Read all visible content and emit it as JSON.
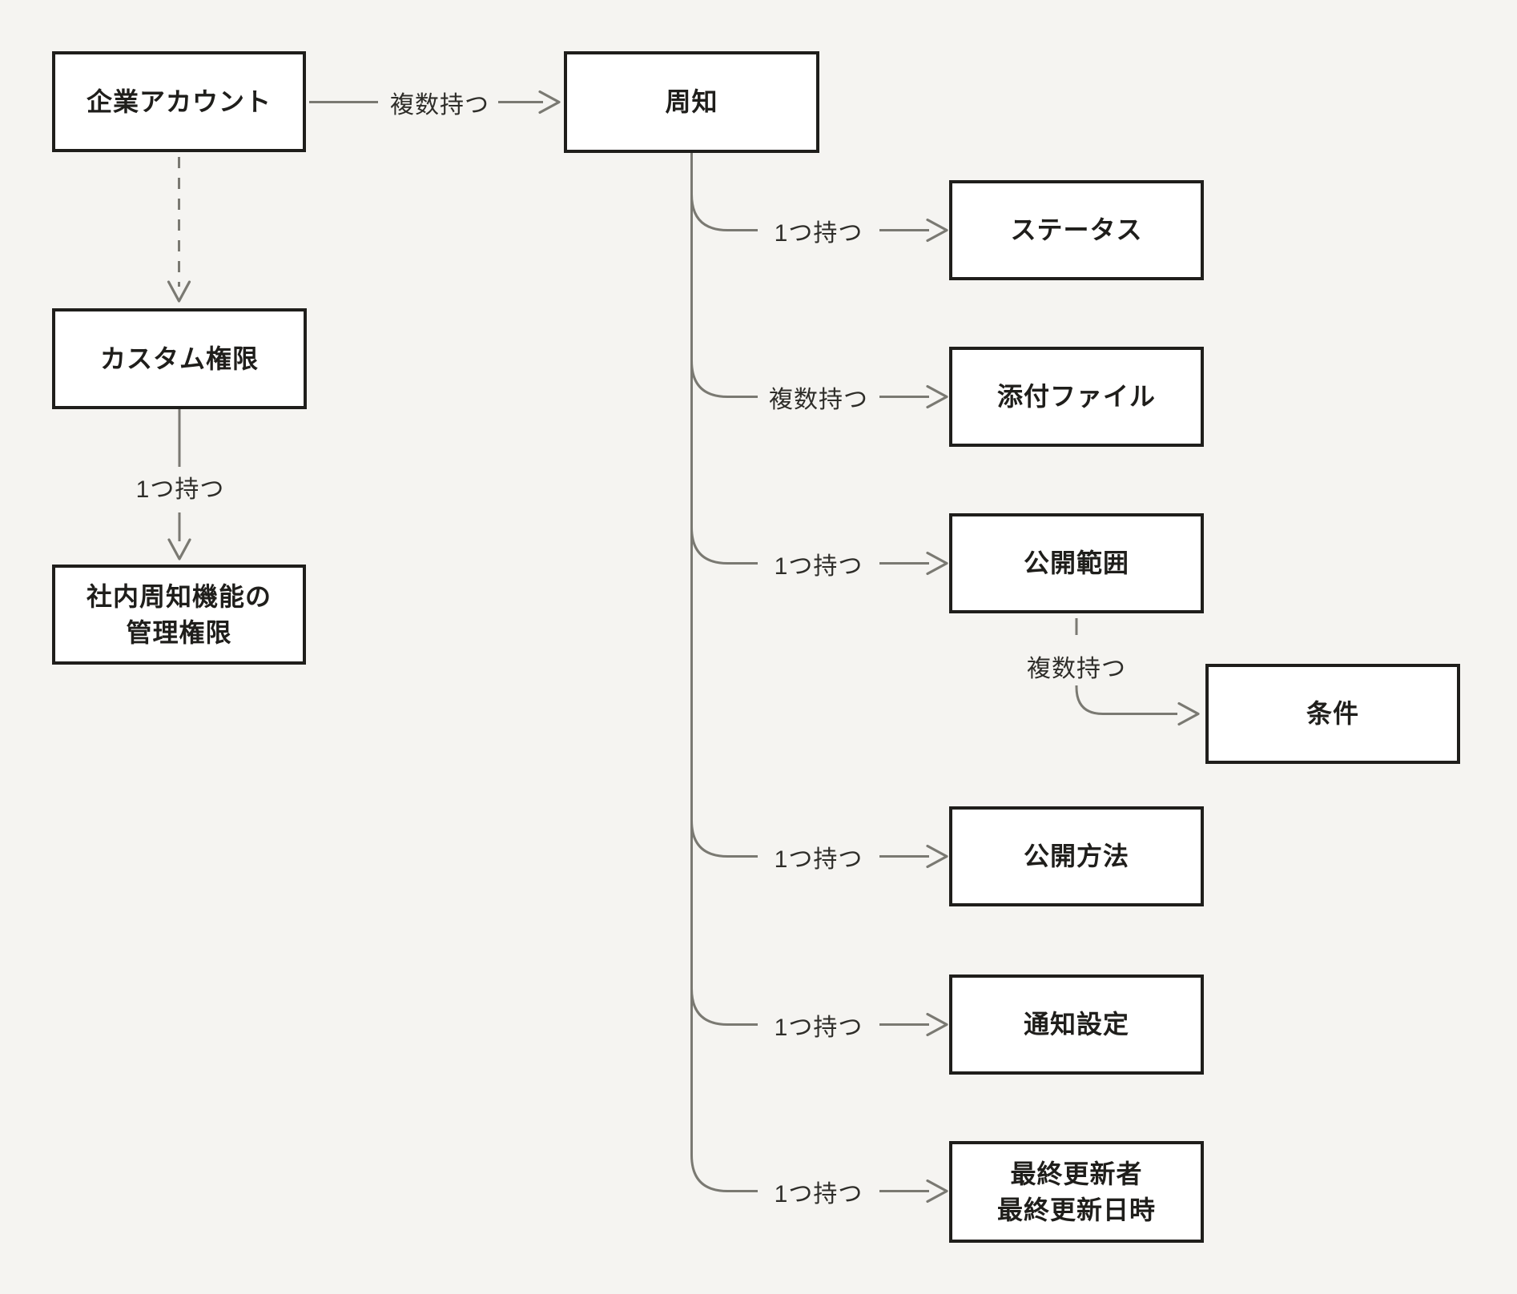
{
  "diagram": {
    "colors": {
      "background": "#f5f4f1",
      "node_fill": "#ffffff",
      "node_border": "#1f1e1b",
      "node_text": "#1f1e1b",
      "connector": "#7a7972",
      "edge_label_text": "#2e2d29"
    },
    "nodes": {
      "corporate_account": {
        "lines": [
          "企業アカウント"
        ]
      },
      "announcement": {
        "lines": [
          "周知"
        ]
      },
      "custom_permission": {
        "lines": [
          "カスタム権限"
        ]
      },
      "admin_permission": {
        "lines": [
          "社内周知機能の",
          "管理権限"
        ]
      },
      "status": {
        "lines": [
          "ステータス"
        ]
      },
      "attachments": {
        "lines": [
          "添付ファイル"
        ]
      },
      "publication_scope": {
        "lines": [
          "公開範囲"
        ]
      },
      "condition": {
        "lines": [
          "条件"
        ]
      },
      "publication_method": {
        "lines": [
          "公開方法"
        ]
      },
      "notification_settings": {
        "lines": [
          "通知設定"
        ]
      },
      "last_updated": {
        "lines": [
          "最終更新者",
          "最終更新日時"
        ]
      }
    },
    "edges": {
      "account_has_announcements": {
        "label": "複数持つ"
      },
      "custom_has_admin": {
        "label": "1つ持つ"
      },
      "announcement_has_status": {
        "label": "1つ持つ"
      },
      "announcement_has_attachments": {
        "label": "複数持つ"
      },
      "announcement_has_scope": {
        "label": "1つ持つ"
      },
      "scope_has_conditions": {
        "label": "複数持つ"
      },
      "announcement_has_method": {
        "label": "1つ持つ"
      },
      "announcement_has_notification": {
        "label": "1つ持つ"
      },
      "announcement_has_last_updated": {
        "label": "1つ持つ"
      }
    }
  }
}
